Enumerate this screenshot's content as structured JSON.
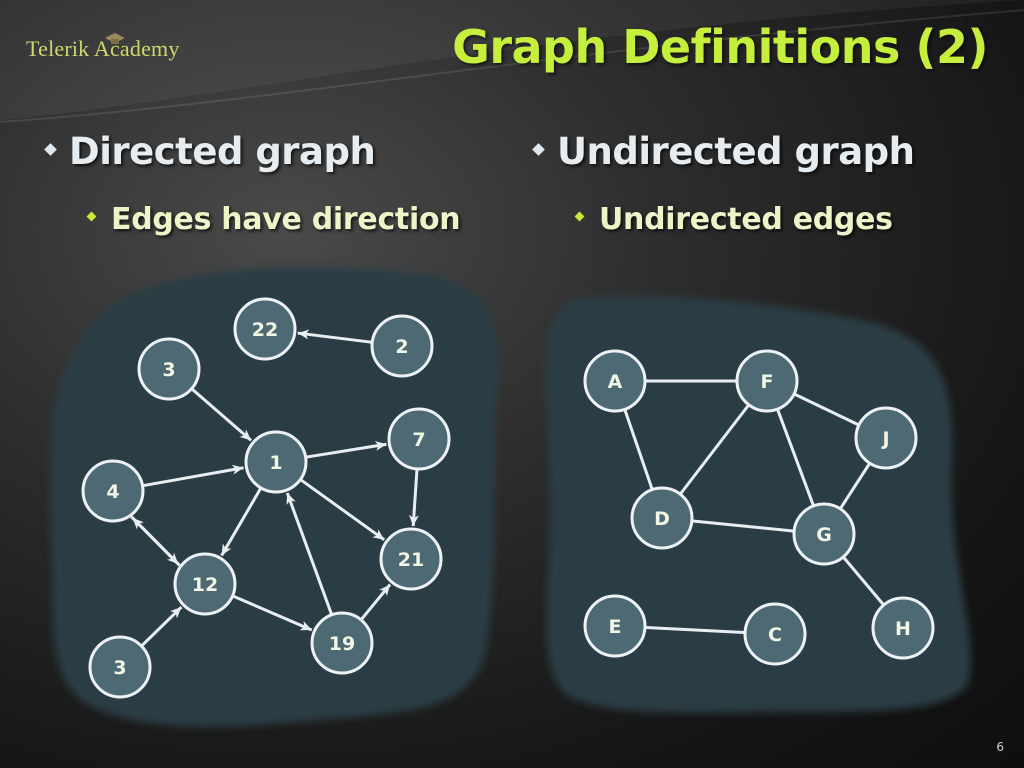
{
  "header": {
    "logo": "Telerik Academy",
    "title": "Graph Definitions (2)"
  },
  "left": {
    "main": "Directed graph",
    "sub": "Edges have direction",
    "graph": {
      "directed": true,
      "nodes": [
        "22",
        "2",
        "3",
        "1",
        "7",
        "4",
        "21",
        "12",
        "19",
        "3"
      ],
      "edges": [
        [
          "2",
          "22"
        ],
        [
          "3",
          "1"
        ],
        [
          "4",
          "1"
        ],
        [
          "1",
          "7"
        ],
        [
          "7",
          "21"
        ],
        [
          "1",
          "21"
        ],
        [
          "1",
          "12"
        ],
        [
          "12",
          "4"
        ],
        [
          "4",
          "12"
        ],
        [
          "12",
          "19"
        ],
        [
          "19",
          "1"
        ],
        [
          "19",
          "21"
        ],
        [
          "3 (bottom)",
          "12"
        ]
      ]
    }
  },
  "right": {
    "main": "Undirected graph",
    "sub": "Undirected edges",
    "graph": {
      "directed": false,
      "nodes": [
        "A",
        "F",
        "J",
        "D",
        "G",
        "E",
        "C",
        "H"
      ],
      "edges": [
        [
          "A",
          "F"
        ],
        [
          "A",
          "D"
        ],
        [
          "F",
          "D"
        ],
        [
          "F",
          "J"
        ],
        [
          "F",
          "G"
        ],
        [
          "D",
          "G"
        ],
        [
          "J",
          "G"
        ],
        [
          "G",
          "H"
        ],
        [
          "E",
          "C"
        ]
      ]
    }
  },
  "slide_number": "6",
  "colors": {
    "title": "#c6ee3c",
    "node_fill": "#4d6a74",
    "node_stroke": "#eef2f4",
    "edge": "#e8eef2",
    "blob": "#2c3d44"
  }
}
